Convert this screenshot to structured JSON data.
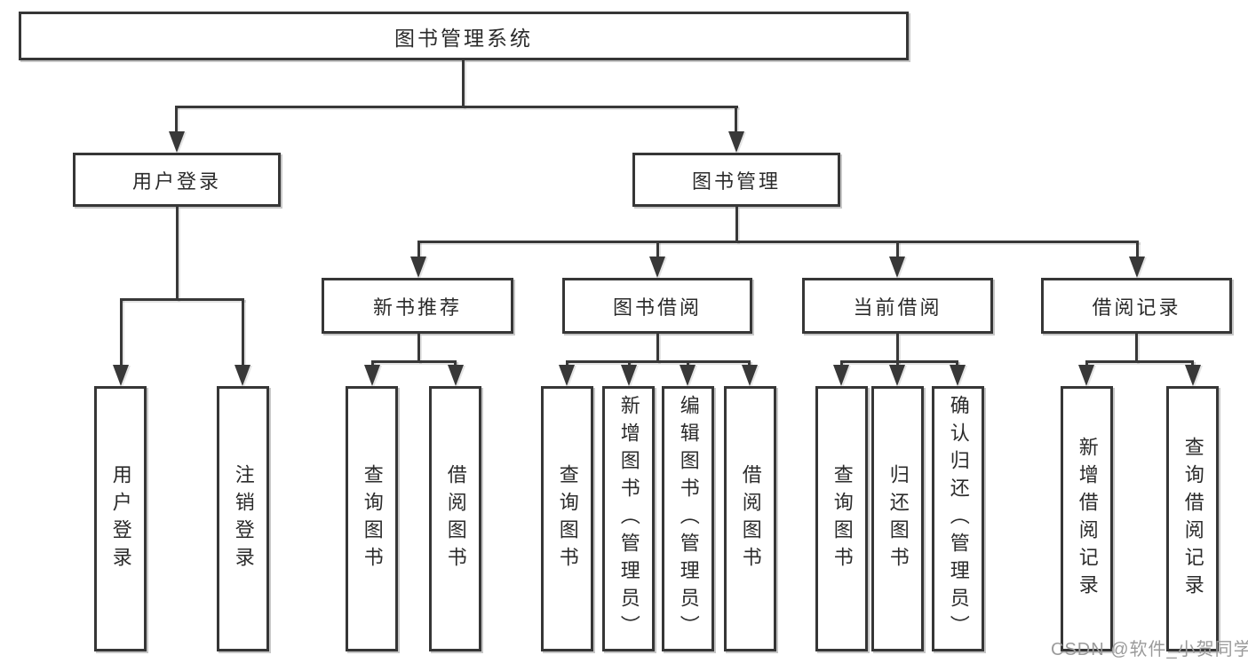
{
  "diagram": {
    "title": "图书管理系统",
    "tree": {
      "label": "图书管理系统",
      "children": [
        {
          "label": "用户登录",
          "children": [
            {
              "label": "用户登录"
            },
            {
              "label": "注销登录"
            }
          ]
        },
        {
          "label": "图书管理",
          "children": [
            {
              "label": "新书推荐",
              "children": [
                {
                  "label": "查询图书"
                },
                {
                  "label": "借阅图书"
                }
              ]
            },
            {
              "label": "图书借阅",
              "children": [
                {
                  "label": "查询图书"
                },
                {
                  "label": "新增图书（管理员）"
                },
                {
                  "label": "编辑图书（管理员）"
                },
                {
                  "label": "借阅图书"
                }
              ]
            },
            {
              "label": "当前借阅",
              "children": [
                {
                  "label": "查询图书"
                },
                {
                  "label": "归还图书"
                },
                {
                  "label": "确认归还（管理员）"
                }
              ]
            },
            {
              "label": "借阅记录",
              "children": [
                {
                  "label": "新增借阅记录"
                },
                {
                  "label": "查询借阅记录"
                }
              ]
            }
          ]
        }
      ]
    }
  },
  "watermark": {
    "text": "CSDN @软件_小贺同学"
  },
  "colors": {
    "line": "#383838",
    "box_border": "#363636",
    "text": "#2b2b2b",
    "background": "#ffffff",
    "watermark": "#9b9b9b"
  }
}
